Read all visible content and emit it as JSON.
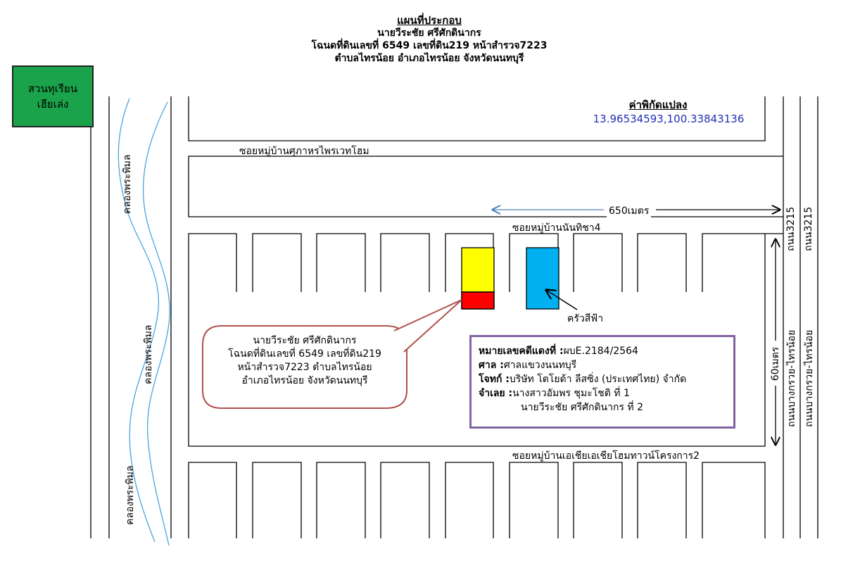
{
  "header": {
    "title": "แผนที่ประกอบ",
    "owner": "นายวีระชัย ศรีศักดินากร",
    "deed": "โฉนดที่ดินเลขที่ 6549 เลขที่ดิน219 หน้าสำรวจ7223",
    "location": "ตำบลไทรน้อย อำเภอไทรน้อย จังหวัดนนทบุรี"
  },
  "park": {
    "line1": "สวนทุเรียน",
    "line2": "เฮียเล่ง"
  },
  "coordinates": {
    "title": "ค่าพิกัดแปลง",
    "value": "13.96534593,100.33843136"
  },
  "roads": {
    "soi_top": "ซอยหมู่บ้านศุภาหรไพรเวทโฮม",
    "soi_middle": "ซอยหมู่บ้านนันทิชา4",
    "soi_bottom": "ซอยหมู่บ้านเอเชียเอเชียโฮมทาวน์โครงการ2",
    "road_3215": "ถนน3215",
    "road_bangkruai": "ถนนบางกรวย-ไทรน้อย",
    "canal": "คลองพระพิมล"
  },
  "distances": {
    "horizontal": "650เมตร",
    "vertical": "60เมตร"
  },
  "landmark": {
    "blue_house": "ครัวสีฟ้า"
  },
  "callout": {
    "line1": "นายวีระชัย ศรีศักดินากร",
    "line2": "โฉนดที่ดินเลขที่ 6549 เลขที่ดิน219",
    "line3": "หน้าสำรวจ7223 ตำบลไทรน้อย",
    "line4": "อำเภอไทรน้อย จังหวัดนนทบุรี"
  },
  "case": {
    "case_label": "หมายเลขคดีแดงที่ :",
    "case_value": "ผบE.2184/2564",
    "court_label": "ศาล :",
    "court_value": "ศาลแขวงนนทบุรี",
    "plaintiff_label": "โจทก์ :",
    "plaintiff_value": "บริษัท โตโยต้า ลีสซิ่ง (ประเทศไทย) จำกัด",
    "defendant_label": "จำเลย :",
    "defendant_value1": "นางสาวอัมพร ชุมะโชติ ที่ 1",
    "defendant_value2": "นายวีระชัย ศรีศักดินากร ที่ 2"
  },
  "colors": {
    "park": "#1aa34a",
    "plot_yellow": "#ffff00",
    "plot_red": "#ff0000",
    "blue_house": "#00b0f0",
    "canal": "#4aa3df",
    "callout_border": "#b0504c",
    "case_border": "#8064a2",
    "coord_text": "#1f2fb5",
    "arrow_650": "#4f81bd"
  }
}
